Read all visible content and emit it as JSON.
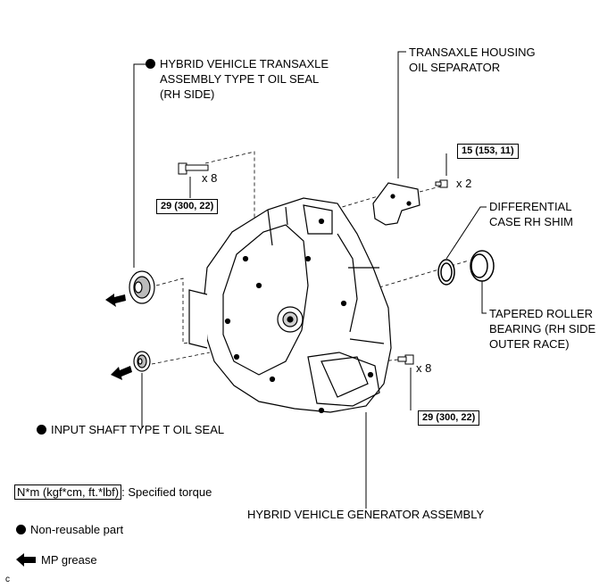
{
  "parts": {
    "oil_seal_rh": [
      "HYBRID VEHICLE TRANSAXLE",
      "ASSEMBLY TYPE T OIL SEAL",
      "(RH SIDE)"
    ],
    "oil_separator": [
      "TRANSAXLE HOUSING",
      "OIL SEPARATOR"
    ],
    "diff_shim": [
      "DIFFERENTIAL",
      "CASE RH SHIM"
    ],
    "roller_bearing": [
      "TAPERED ROLLER",
      "BEARING (RH SIDE",
      "OUTER RACE)"
    ],
    "input_seal": "INPUT SHAFT TYPE T OIL SEAL",
    "generator": "HYBRID VEHICLE GENERATOR ASSEMBLY"
  },
  "torques": {
    "top_bolt": "29 (300, 22)",
    "separator_bolt": "15 (153, 11)",
    "side_bolt": "29 (300, 22)"
  },
  "quantities": {
    "top_bolt": "x 8",
    "separator_bolt": "x 2",
    "side_bolt": "x 8"
  },
  "legend": {
    "torque_unit": "N*m (kgf*cm, ft.*lbf)",
    "torque_text": ": Specified torque",
    "non_reusable": "Non-reusable part",
    "grease": "MP grease"
  },
  "corner_letter": "c"
}
